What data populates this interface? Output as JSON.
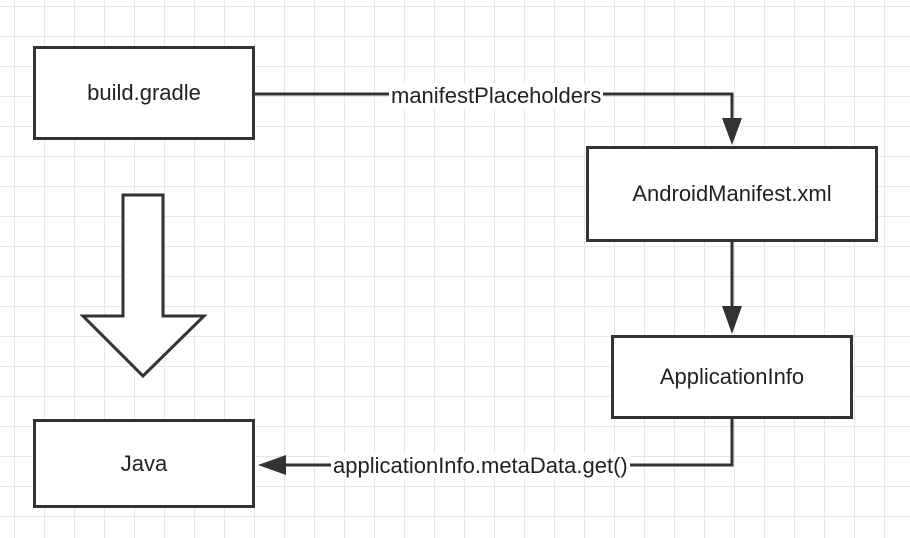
{
  "diagram": {
    "nodes": {
      "build_gradle": "build.gradle",
      "android_manifest": "AndroidManifest.xml",
      "application_info": "ApplicationInfo",
      "java": "Java"
    },
    "edges": {
      "gradle_to_manifest": "manifestPlaceholders",
      "appinfo_to_java": "applicationInfo.metaData.get()"
    },
    "colors": {
      "stroke": "#333333",
      "grid": "#e6e6e6",
      "background": "#ffffff"
    }
  }
}
